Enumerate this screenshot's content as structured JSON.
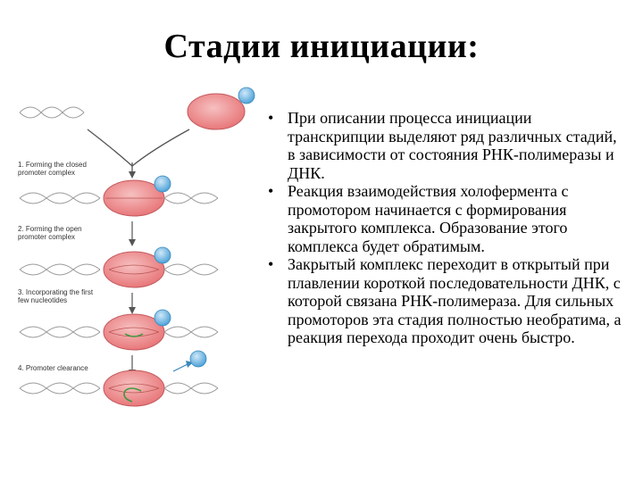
{
  "title": "Стадии инициации:",
  "diagram": {
    "stages": [
      {
        "label": "1. Forming the closed promoter complex"
      },
      {
        "label": "2. Forming the open promoter complex"
      },
      {
        "label": "3. Incorporating the first few nucleotides"
      },
      {
        "label": "4. Promoter clearance"
      }
    ],
    "colors": {
      "polymerase": "#e8777a",
      "polymerase_light": "#f6c0c0",
      "sigma": "#4fa3d9",
      "dna": "#9a9a9a",
      "rna": "#3c9a3c",
      "arrow": "#555555"
    }
  },
  "bullets": [
    {
      "text": "При описании процесса инициации транскрипции выделяют ряд различных стадий, в зависимости от состояния РНК-полимеразы и ДНК."
    },
    {
      "text": "Реакция взаимодействия холофермента с промотором начинается с формирования закрытого комплекса. Образование этого комплекса будет обратимым."
    },
    {
      "text": "Закрытый комплекс переходит в открытый при плавлении короткой последовательности ДНК, с которой связана РНК-полимераза. Для сильных промоторов эта стадия полностью необратима, а реакция перехода проходит очень быстро."
    }
  ]
}
